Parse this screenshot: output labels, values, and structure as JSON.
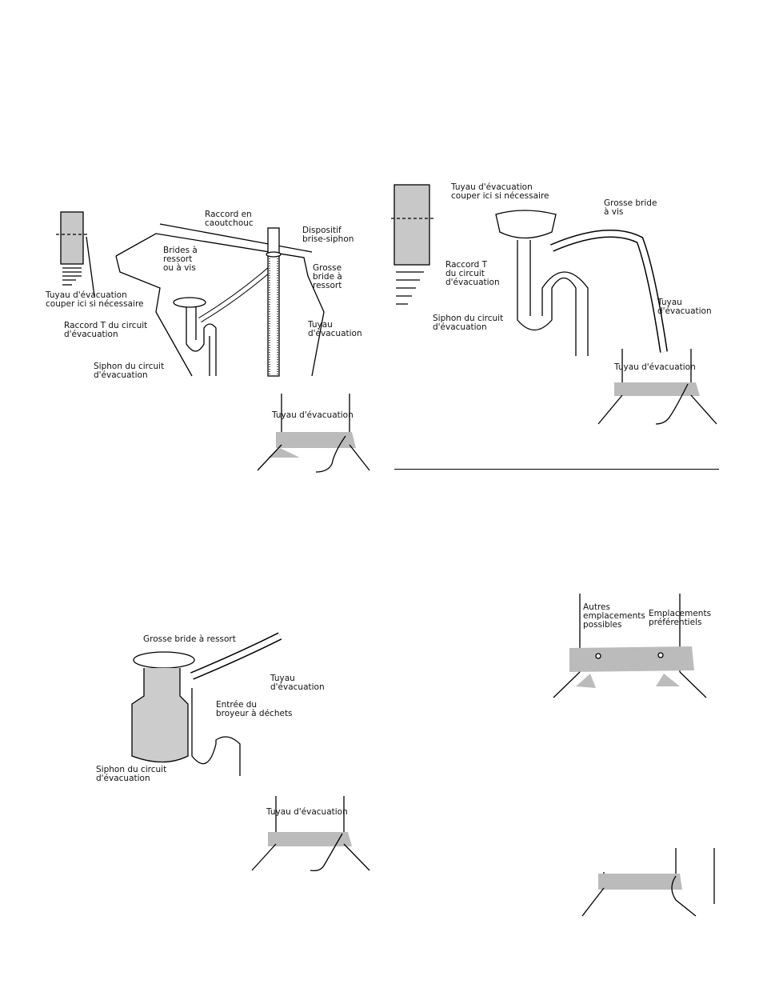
{
  "figure_sink_airgap": {
    "rubber_connector": "Raccord en\ncaoutchouc",
    "air_gap": "Dispositif\nbrise-siphon",
    "clamps": "Brides à\nressort\nou à vis",
    "large_spring_clamp": "Grosse\nbride à\nressort",
    "drain_hose_cut": "Tuyau d'évacuation\ncouper ici si nécessaire",
    "tee": "Raccord T du circuit\nd'évacuation",
    "drain_hose": "Tuyau\nd'évacuation",
    "trap": "Siphon du circuit\nd'évacuation"
  },
  "figure_base_1": {
    "drain_hose": "Tuyau d'évacuation"
  },
  "figure_sink_direct": {
    "drain_hose_cut": "Tuyau d'évacuation\ncouper ici si nécessaire",
    "large_screw_clamp": "Grosse bride\nà vis",
    "tee": "Raccord T\ndu circuit\nd'évacuation",
    "drain_hose": "Tuyau\nd'évacuation",
    "trap": "Siphon du circuit\nd'évacuation"
  },
  "figure_base_2": {
    "drain_hose": "Tuyau d'évacuation"
  },
  "figure_disposer": {
    "large_spring_clamp": "Grosse bride à ressort",
    "drain_hose": "Tuyau\nd'évacuation",
    "disposer_inlet": "Entrée du\nbroyeur à déchets",
    "trap": "Siphon du circuit\nd'évacuation"
  },
  "figure_base_3": {
    "drain_hose": "Tuyau d'évacuation"
  },
  "figure_locations": {
    "other": "Autres\nemplacements\npossibles",
    "preferred": "Emplacements\npréférentiels"
  }
}
